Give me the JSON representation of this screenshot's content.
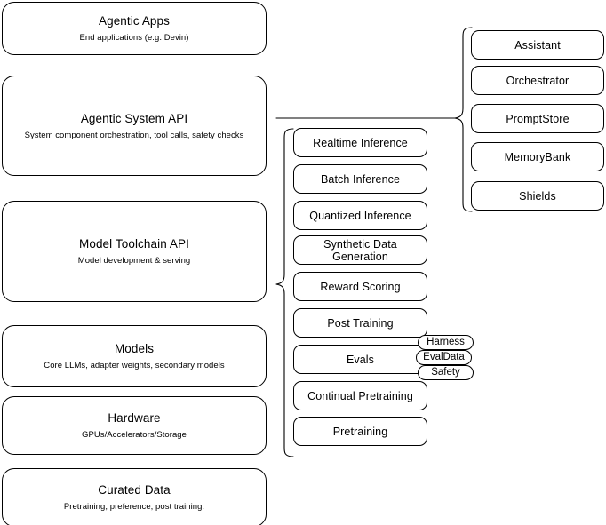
{
  "diagram": {
    "title": "Agentic AI Stack Architecture",
    "background_color": "#ffffff",
    "line_color": "#000000"
  },
  "layers": [
    {
      "name": "agentic-apps",
      "title": "Agentic Apps",
      "subtitle": "End applications (e.g. Devin)"
    },
    {
      "name": "agentic-system-api",
      "title": "Agentic System API",
      "subtitle": "System component orchestration, tool calls, safety checks"
    },
    {
      "name": "model-toolchain-api",
      "title": "Model Toolchain API",
      "subtitle": "Model development & serving"
    },
    {
      "name": "models",
      "title": "Models",
      "subtitle": "Core LLMs, adapter weights, secondary models"
    },
    {
      "name": "hardware",
      "title": "Hardware",
      "subtitle": "GPUs/Accelerators/Storage"
    },
    {
      "name": "curated-data",
      "title": "Curated Data",
      "subtitle": "Pretraining, preference, post training."
    }
  ],
  "toolchain_items": [
    {
      "label": "Realtime Inference"
    },
    {
      "label": "Batch Inference"
    },
    {
      "label": "Quantized Inference"
    },
    {
      "label": "Synthetic Data Generation"
    },
    {
      "label": "Reward Scoring"
    },
    {
      "label": "Post Training"
    },
    {
      "label": "Evals"
    },
    {
      "label": "Continual Pretraining"
    },
    {
      "label": "Pretraining"
    }
  ],
  "system_items": [
    {
      "label": "Assistant"
    },
    {
      "label": "Orchestrator"
    },
    {
      "label": "PromptStore"
    },
    {
      "label": "MemoryBank"
    },
    {
      "label": "Shields"
    }
  ],
  "eval_tags": [
    {
      "label": "Harness"
    },
    {
      "label": "EvalData"
    },
    {
      "label": "Safety"
    }
  ]
}
